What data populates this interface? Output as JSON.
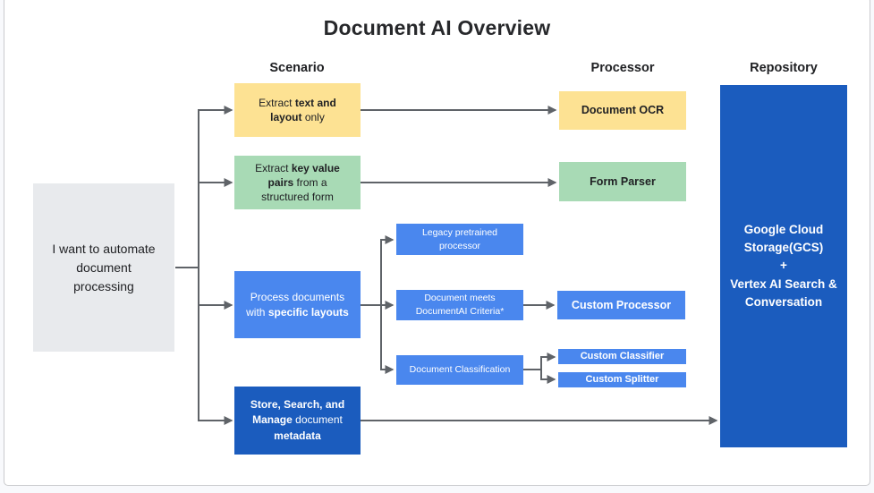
{
  "title": "Document AI Overview",
  "columns": {
    "scenario": "Scenario",
    "processor": "Processor",
    "repository": "Repository"
  },
  "nodes": {
    "intent": {
      "text": "I want to automate document processing"
    },
    "extract_text": {
      "pre": "Extract ",
      "bold": "text and layout",
      "post": " only"
    },
    "extract_kv": {
      "pre": "Extract ",
      "bold": "key value pairs",
      "post": " from a structured form"
    },
    "specific_layouts": {
      "pre": "Process documents with ",
      "bold": "specific layouts"
    },
    "store_manage": {
      "bold1": "Store, Search, and Manage",
      "mid": " document ",
      "bold2": "metadata"
    },
    "legacy": {
      "text": "Legacy pretrained processor"
    },
    "criteria": {
      "text": "Document meets DocumentAI Criteria*"
    },
    "classification": {
      "text": "Document Classification"
    },
    "document_ocr": {
      "text": "Document OCR"
    },
    "form_parser": {
      "text": "Form Parser"
    },
    "custom_processor": {
      "text": "Custom Processor"
    },
    "custom_classifier": {
      "text": "Custom Classifier"
    },
    "custom_splitter": {
      "text": "Custom Splitter"
    },
    "repository": {
      "line1": "Google Cloud Storage(GCS)",
      "line2": "+",
      "line3": "Vertex AI Search & Conversation"
    }
  },
  "edges": [
    {
      "from": "intent",
      "to": "extract_text"
    },
    {
      "from": "intent",
      "to": "extract_kv"
    },
    {
      "from": "intent",
      "to": "specific_layouts"
    },
    {
      "from": "intent",
      "to": "store_manage"
    },
    {
      "from": "extract_text",
      "to": "document_ocr"
    },
    {
      "from": "extract_kv",
      "to": "form_parser"
    },
    {
      "from": "specific_layouts",
      "to": "legacy"
    },
    {
      "from": "specific_layouts",
      "to": "criteria"
    },
    {
      "from": "specific_layouts",
      "to": "classification"
    },
    {
      "from": "criteria",
      "to": "custom_processor"
    },
    {
      "from": "classification",
      "to": "custom_classifier"
    },
    {
      "from": "classification",
      "to": "custom_splitter"
    },
    {
      "from": "store_manage",
      "to": "repository"
    }
  ],
  "colors": {
    "yellow": "#fde293",
    "green": "#a8dab5",
    "blue": "#4a87ee",
    "dark_blue": "#1b5cbe",
    "gray_box": "#e8eaed",
    "arrow": "#5f6368",
    "text_dark": "#202124"
  }
}
